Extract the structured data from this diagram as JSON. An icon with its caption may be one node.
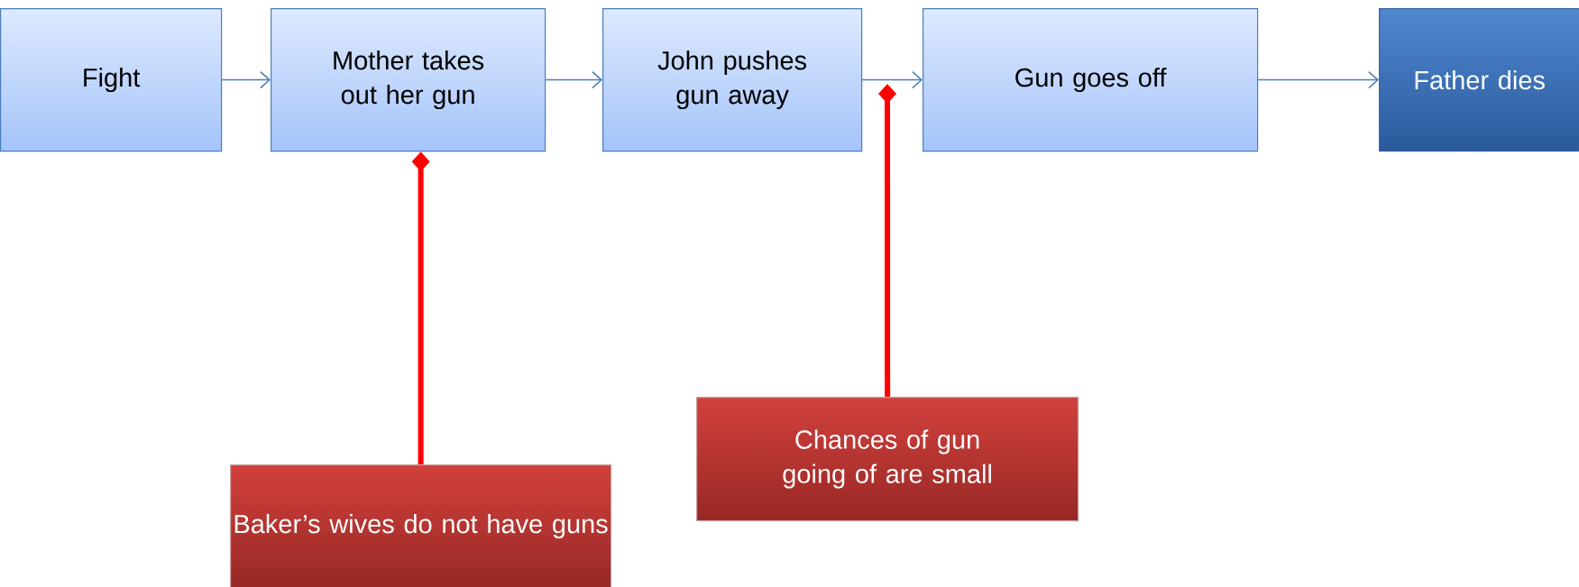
{
  "diagram": {
    "nodes": [
      {
        "text": [
          "Fight"
        ]
      },
      {
        "text": [
          "Mother takes out her gun"
        ]
      },
      {
        "text": [
          "John pushes gun away"
        ]
      },
      {
        "text": [
          "Gun goes off"
        ]
      },
      {
        "text": [
          "Father dies"
        ]
      },
      {
        "text": [
          "Baker’s wives do not have guns"
        ]
      },
      {
        "text": [
          "Chances of gun going of are small"
        ]
      }
    ],
    "edges": [
      {
        "from": 0,
        "to": 1,
        "arrow": "to"
      },
      {
        "from": 1,
        "to": 2,
        "arrow": "to"
      },
      {
        "from": 2,
        "to": 3,
        "arrow": "to"
      },
      {
        "from": 3,
        "to": 4,
        "arrow": "to"
      },
      {
        "from": 5,
        "to": 1,
        "arrow": "other",
        "style": "thick",
        "color": "#ff0000"
      },
      {
        "from": 6,
        "to": null,
        "arrow": "other",
        "style": "thick",
        "color": "#ff0000"
      }
    ]
  }
}
